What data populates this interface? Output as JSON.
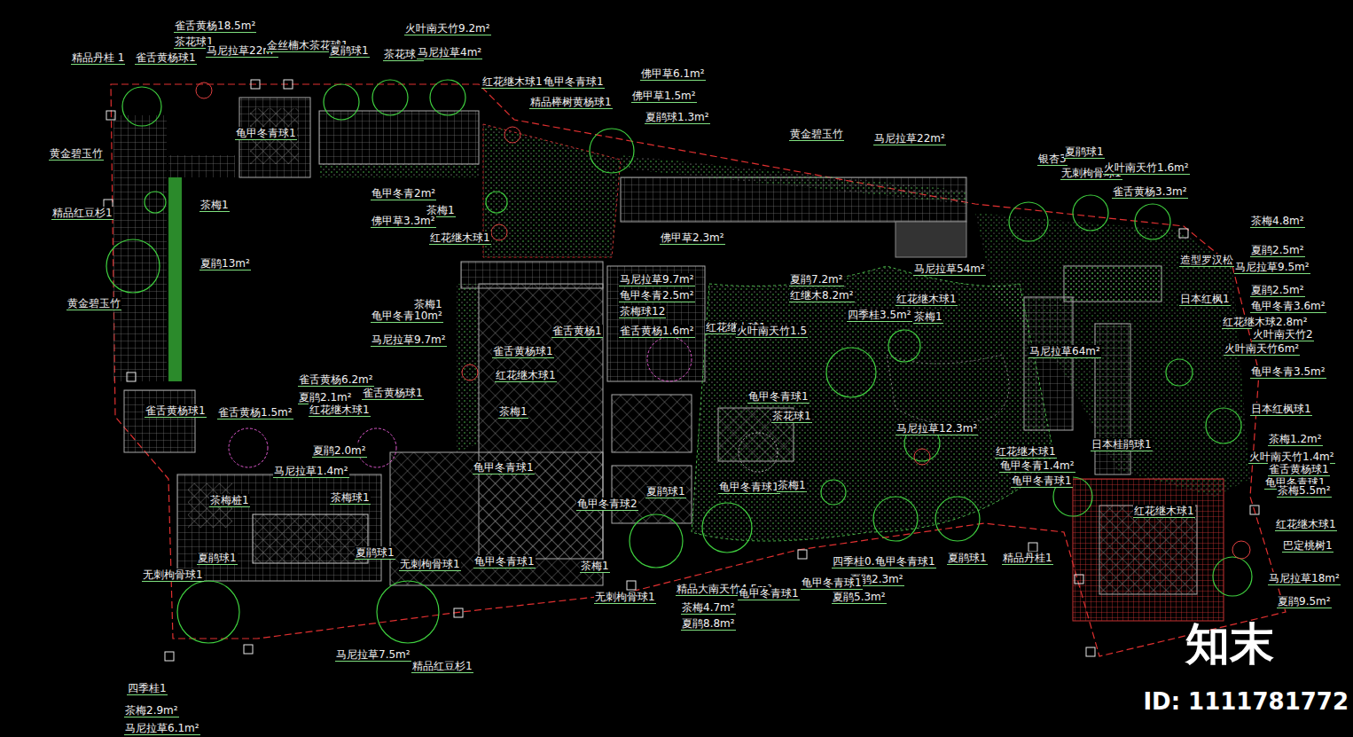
{
  "diagram": {
    "labels": [
      "雀舌黄杨18.5m²",
      "茶花球1",
      "精品丹桂 1",
      "雀舌黄杨球1",
      "马尼拉草22m²",
      "金丝楠木茶花球1",
      "夏鹃球1",
      "火叶南天竹9.2m²",
      "茶花球1",
      "马尼拉草4m²",
      "红花继木球1",
      "龟甲冬青球1",
      "佛甲草6.1m²",
      "精品榉树黄杨球1",
      "佛甲草1.5m²",
      "夏鹃球1.3m²",
      "龟甲冬青球1",
      "黄金碧玉竹",
      "黄金碧玉竹",
      "马尼拉草22m²",
      "茶梅1",
      "精品红豆杉1",
      "龟甲冬青2m²",
      "茶梅1",
      "佛甲草3.3m²",
      "红花继木球1",
      "佛甲草2.3m²",
      "夏鹃13m²",
      "黄金碧玉竹",
      "茶梅1",
      "龟甲冬青10m²",
      "马尼拉草9.7m²",
      "银杏3",
      "夏鹃球1",
      "无刺枸骨球1",
      "火叶南天竹1.6m²",
      "雀舌黄杨3.3m²",
      "茶梅4.8m²",
      "夏鹃2.5m²",
      "造型罗汉松",
      "马尼拉草9.5m²",
      "日本红枫1",
      "夏鹃2.5m²",
      "龟甲冬青3.6m²",
      "红花继木球2.8m²",
      "火叶南天竹2",
      "火叶南天竹6m²",
      "龟甲冬青3.5m²",
      "日本红枫球1",
      "马尼拉草54m²",
      "夏鹃7.2m²",
      "红继木8.2m²",
      "红花继木球1",
      "茶梅1",
      "马尼拉草9.7m²",
      "龟甲冬青2.5m²",
      "茶梅球12",
      "雀舌黄杨1.6m²",
      "红花继木球1",
      "火叶南天竹1.5",
      "四季桂3.5m²",
      "雀舌黄杨1",
      "雀舌黄杨球1",
      "红花继木球1",
      "茶梅1",
      "龟甲冬青球1",
      "马尼拉草64m²",
      "雀舌黄杨6.2m²",
      "夏鹃2.1m²",
      "雀舌黄杨球1",
      "红花继木球1",
      "雀舌黄杨球1",
      "雀舌黄杨1.5m²",
      "夏鹃2.0m²",
      "马尼拉草1.4m²",
      "龟甲冬青球1",
      "茶花球1",
      "马尼拉草12.3m²",
      "红花继木球1",
      "龟甲冬青1.4m²",
      "龟甲冬青球1",
      "日本桂鹃球1",
      "茶梅1.2m²",
      "火叶南天竹1.4m²",
      "雀舌黄杨球1",
      "龟甲冬青球1",
      "茶梅5.5m²",
      "红花继木球1",
      "红花继木球1",
      "巴定桃树1",
      "马尼拉草18m²",
      "夏鹃9.5m²",
      "茶梅桩1",
      "茶梅球1",
      "龟甲冬青球2",
      "夏鹃球1",
      "龟甲冬青球1",
      "茶梅1",
      "夏鹃球1",
      "夏鹃球1",
      "无刺枸骨球1",
      "无刺枸骨球1",
      "龟甲冬青球1",
      "茶梅1",
      "无刺枸骨球1",
      "精品大南天竹4.5m²",
      "龟甲冬青球1",
      "茶梅4.7m²",
      "夏鹃8.8m²",
      "四季桂0.8m²",
      "龟甲冬青球1",
      "夏鹃2.3m²",
      "龟甲冬青球1",
      "夏鹃5.3m²",
      "夏鹃球1",
      "精品丹桂1",
      "马尼拉草7.5m²",
      "精品红豆杉1",
      "四季桂1",
      "茶梅2.9m²",
      "马尼拉草6.1m²",
      "知末",
      "ID: 1111781772"
    ]
  }
}
